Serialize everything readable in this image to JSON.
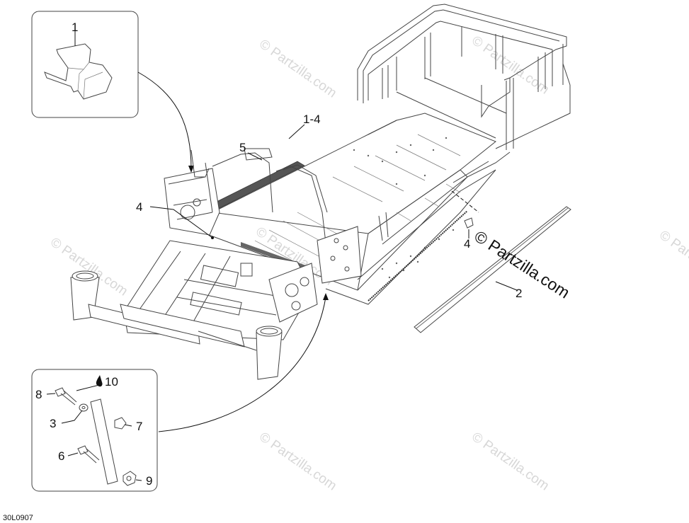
{
  "diagram": {
    "callouts": {
      "c1": "1",
      "c1_4": "1-4",
      "c5": "5",
      "c4_left": "4",
      "c4_right": "4",
      "c2": "2",
      "c10": "10",
      "c8": "8",
      "c3": "3",
      "c7": "7",
      "c6": "6",
      "c9": "9"
    },
    "drawing_code": "30L0907",
    "watermark": "© Partzilla.com",
    "watermark_main": "© Partzilla.com"
  }
}
